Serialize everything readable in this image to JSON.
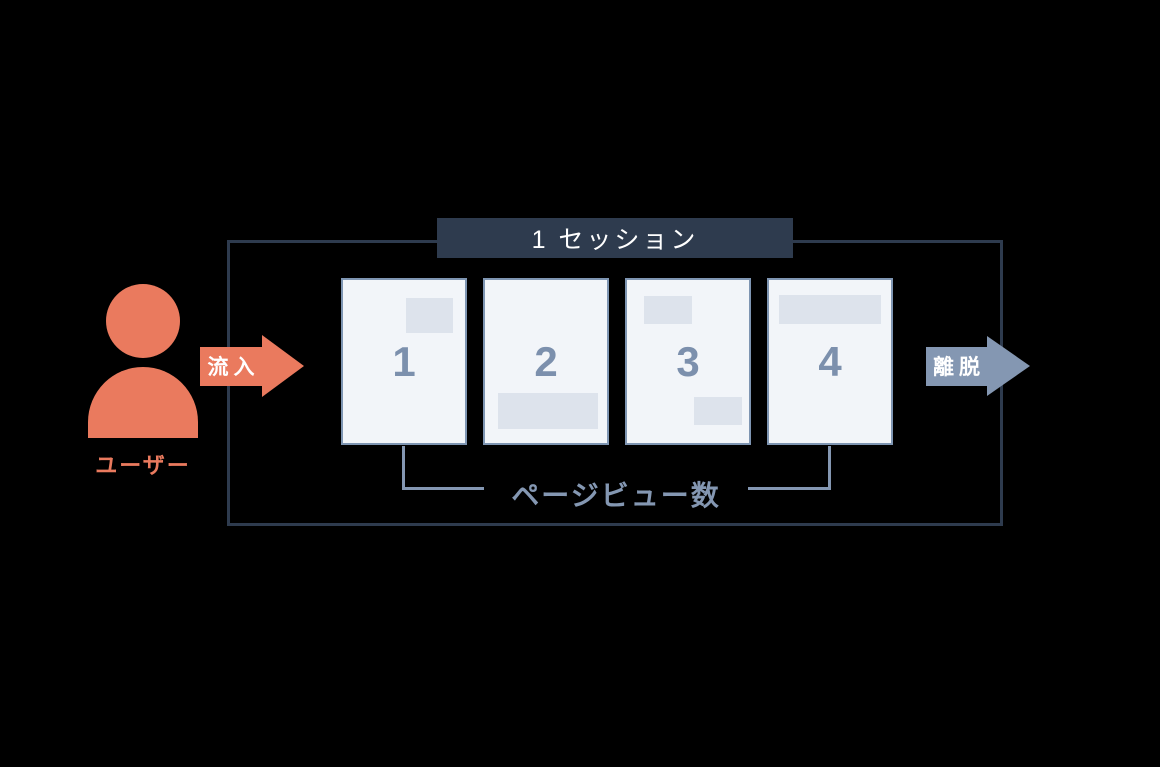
{
  "diagram": {
    "session": {
      "label": "1 セッション"
    },
    "pages": [
      {
        "number": "1"
      },
      {
        "number": "2"
      },
      {
        "number": "3"
      },
      {
        "number": "4"
      }
    ],
    "pageviews_label": "ページビュー数",
    "user": {
      "label": "ユーザー"
    },
    "inflow_arrow": {
      "label": "流入"
    },
    "exit_arrow": {
      "label": "離脱"
    },
    "colors": {
      "accent_orange": "#EA7A5E",
      "navy": "#2E3B4E",
      "blue_gray": "#8497B2",
      "card_background": "#F2F5F9",
      "card_border": "#7E95B2",
      "number_text": "#7C90AD",
      "placeholder_gray": "#DDE3EC",
      "background": "#000000"
    }
  }
}
